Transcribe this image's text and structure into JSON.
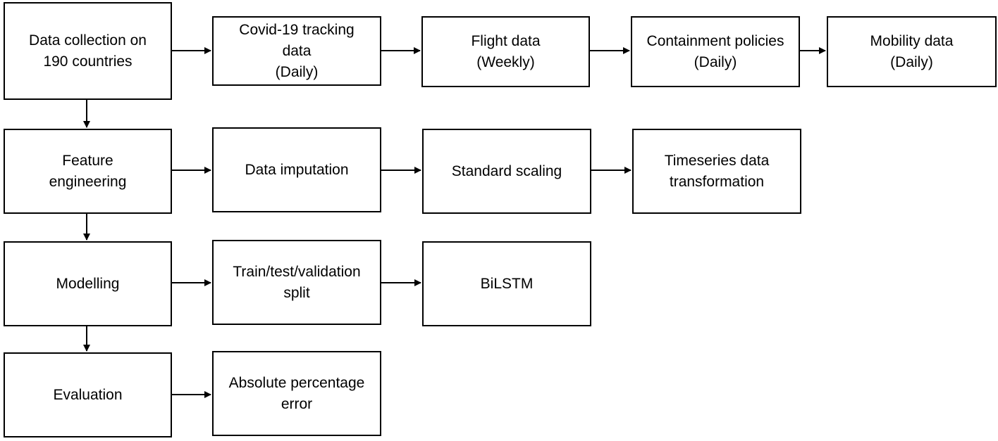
{
  "diagram": {
    "type": "flowchart",
    "rows": [
      {
        "stage": "Data collection on\n190 countries",
        "steps": [
          "Covid-19 tracking\ndata\n(Daily)",
          "Flight data\n(Weekly)",
          "Containment policies\n(Daily)",
          "Mobility data\n(Daily)"
        ]
      },
      {
        "stage": "Feature\nengineering",
        "steps": [
          "Data imputation",
          "Standard scaling",
          "Timeseries data\ntransformation"
        ]
      },
      {
        "stage": "Modelling",
        "steps": [
          "Train/test/validation\nsplit",
          "BiLSTM"
        ]
      },
      {
        "stage": "Evaluation",
        "steps": [
          "Absolute percentage\nerror"
        ]
      }
    ]
  },
  "colors": {
    "line": "#000000",
    "box_fill": "#ffffff",
    "text": "#000000"
  }
}
